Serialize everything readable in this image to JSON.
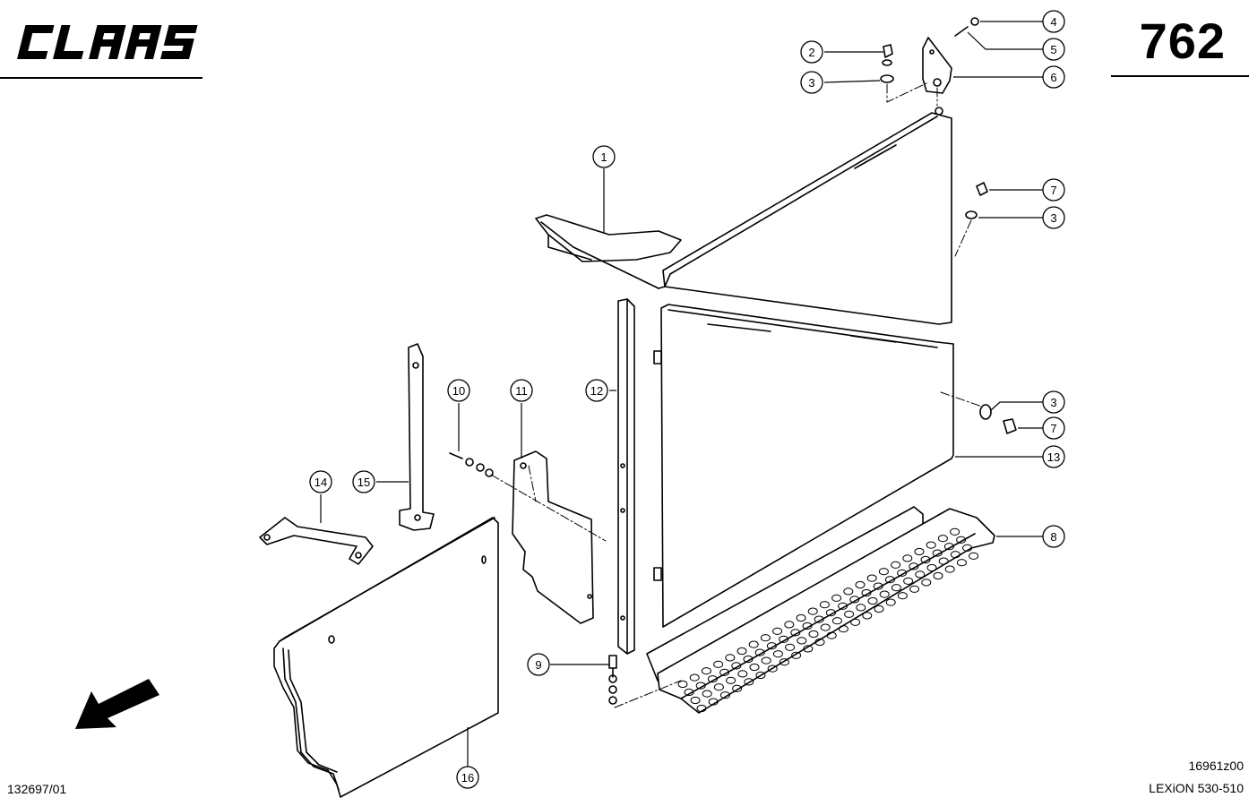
{
  "header": {
    "logo_text": "CLAAS",
    "page_number": "762"
  },
  "footer": {
    "doc_ref": "132697/01",
    "drawing_id": "16961z00",
    "model": "LEXiON 530-510"
  },
  "callouts": [
    {
      "id": "c-4",
      "label": "4"
    },
    {
      "id": "c-5",
      "label": "5"
    },
    {
      "id": "c-2",
      "label": "2"
    },
    {
      "id": "c-6",
      "label": "6"
    },
    {
      "id": "c-3a",
      "label": "3"
    },
    {
      "id": "c-1",
      "label": "1"
    },
    {
      "id": "c-7a",
      "label": "7"
    },
    {
      "id": "c-3b",
      "label": "3"
    },
    {
      "id": "c-10",
      "label": "10"
    },
    {
      "id": "c-11",
      "label": "11"
    },
    {
      "id": "c-12",
      "label": "12"
    },
    {
      "id": "c-3c",
      "label": "3"
    },
    {
      "id": "c-7b",
      "label": "7"
    },
    {
      "id": "c-13",
      "label": "13"
    },
    {
      "id": "c-14",
      "label": "14"
    },
    {
      "id": "c-15",
      "label": "15"
    },
    {
      "id": "c-8",
      "label": "8"
    },
    {
      "id": "c-9",
      "label": "9"
    },
    {
      "id": "c-16",
      "label": "16"
    }
  ],
  "colors": {
    "ink": "#000000",
    "paper": "#ffffff"
  }
}
